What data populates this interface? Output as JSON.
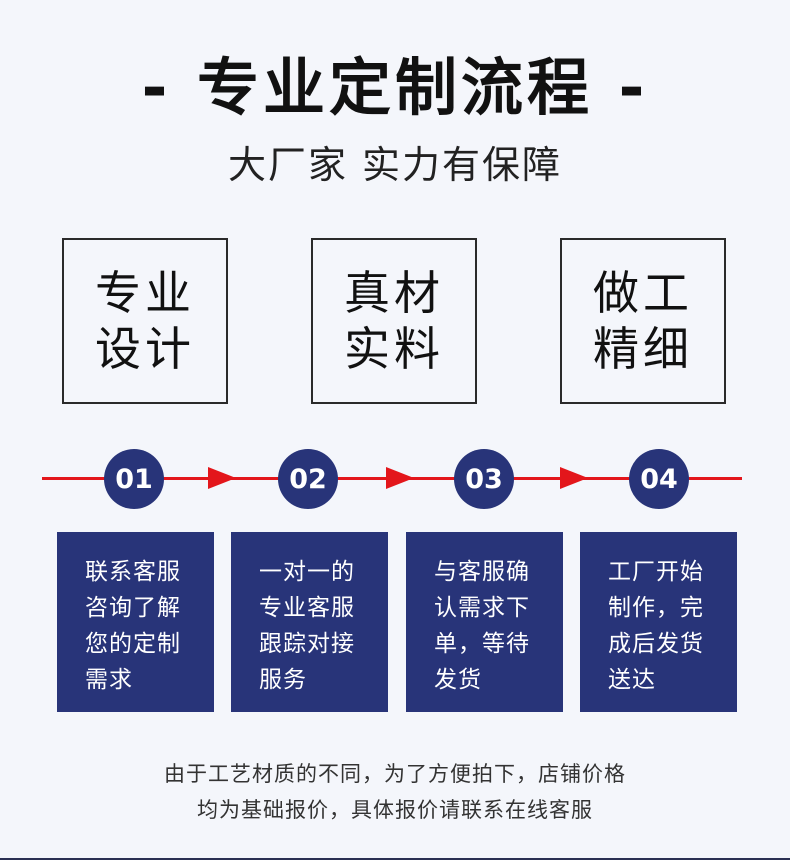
{
  "header": {
    "title": "- 专业定制流程 -",
    "subtitle": "大厂家 实力有保障"
  },
  "features": [
    {
      "line1": "专业",
      "line2": "设计"
    },
    {
      "line1": "真材",
      "line2": "实料"
    },
    {
      "line1": "做工",
      "line2": "精细"
    }
  ],
  "steps": [
    {
      "num": "01",
      "lines": [
        "联系客服",
        "咨询了解",
        "您的定制",
        "需求"
      ]
    },
    {
      "num": "02",
      "lines": [
        "一对一的",
        "专业客服",
        "跟踪对接",
        "服务"
      ]
    },
    {
      "num": "03",
      "lines": [
        "与客服确",
        "认需求下",
        "单，等待",
        "发货"
      ]
    },
    {
      "num": "04",
      "lines": [
        "工厂开始",
        "制作，完",
        "成后发货",
        "送达"
      ]
    }
  ],
  "footer": {
    "line1": "由于工艺材质的不同，为了方便拍下，店铺价格",
    "line2": "均为基础报价，具体报价请联系在线客服"
  },
  "colors": {
    "accent_red": "#e3161b",
    "navy": "#283479",
    "background": "#f4f6fb"
  }
}
